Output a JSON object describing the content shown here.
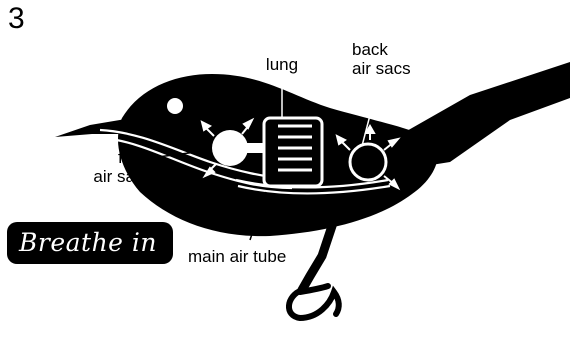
{
  "step_number": "3",
  "labels": {
    "lung": "lung",
    "back_air_sacs_line1": "back",
    "back_air_sacs_line2": "air sacs",
    "front_air_sacs_line1": "front",
    "front_air_sacs_line2": "air sacs",
    "main_air_tube": "main air tube"
  },
  "badge": {
    "text": "Breathe in"
  },
  "colors": {
    "bird": "#000000",
    "lines": "#ffffff",
    "background": "#ffffff"
  }
}
